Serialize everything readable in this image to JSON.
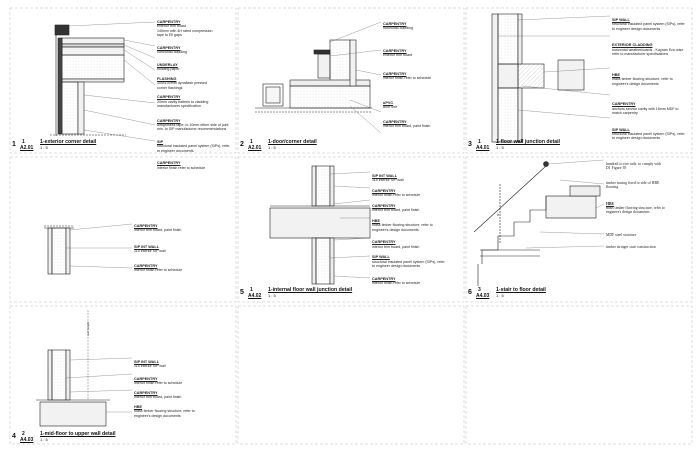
{
  "details": [
    {
      "key": "d1",
      "num": "1",
      "index": "1",
      "ref": "A2.01",
      "name": "1-exterior corner detail",
      "scale": "1 : 5",
      "notes": [
        {
          "h": "CARPENTRY",
          "t": [
            "exterior trim board",
            "145mm with 4H rated compression",
            "tape to Ell gaps"
          ]
        },
        {
          "h": "CARPENTRY",
          "t": [
            "horizontal cladding"
          ]
        },
        {
          "h": "UNDERLAY",
          "t": [
            "building paper"
          ]
        },
        {
          "h": "FLASHING",
          "t": [
            "100x100mm dynaflash pressed",
            "corner flashings"
          ]
        },
        {
          "h": "CARPENTRY",
          "t": [
            "20mm cavity battens to cladding",
            "manufacturers specification"
          ]
        },
        {
          "h": "CARPENTRY",
          "t": [
            "airtightness tape: to 10mm either side of joint",
            "min. to SIP manufacturer recommendations"
          ]
        },
        {
          "h": "SIP",
          "t": [
            "structural insulated panel system (SIPs), refer",
            "to engineer documents"
          ]
        },
        {
          "h": "CARPENTRY",
          "t": [
            "interior finish refer to schedule"
          ]
        }
      ]
    },
    {
      "key": "d2",
      "num": "2",
      "index": "1",
      "ref": "A2.01",
      "name": "1-door/corner detail",
      "scale": "1 : 5",
      "notes": [
        {
          "h": "CARPENTRY",
          "t": [
            "horizontal cladding"
          ]
        },
        {
          "h": "CARPENTRY",
          "t": [
            "exterior trim board"
          ]
        },
        {
          "h": "CARPENTRY",
          "t": [
            "interior finish refer to schedule"
          ]
        },
        {
          "h": "uPVC",
          "t": [
            "door unit"
          ]
        },
        {
          "h": "CARPENTRY",
          "t": [
            "interior trim board, paint finish"
          ]
        }
      ]
    },
    {
      "key": "d3",
      "num": "3",
      "index": "1",
      "ref": "A4.01",
      "name": "1-floor wall junction detail",
      "scale": "1 : 5",
      "notes": [
        {
          "h": "SIP WALL",
          "t": [
            "structural insulated panel system (SIPs), refer",
            "to engineer design documents"
          ]
        },
        {
          "h": "EXTERIOR CLADDING",
          "t": [
            "horizontal weatherboards - Kaynan Eco-wise",
            "refer to manufacturer specifications"
          ]
        },
        {
          "h": "HBE",
          "t": [
            "mass timber flooring structure, refer to",
            "engineer's design documents"
          ]
        },
        {
          "h": "CARPENTRY",
          "t": [
            "anchors service cavity with 18mm MDF to",
            "match carpentry"
          ]
        },
        {
          "h": "SIP WALL",
          "t": [
            "structural insulated panel system (SIPs), refer",
            "to engineer design documents"
          ]
        }
      ]
    },
    {
      "key": "d4",
      "num": "4",
      "index": "2",
      "ref": "A4.03",
      "name": "1-mid-floor to upper wall detail",
      "scale": "1 : 5",
      "notes": [
        {
          "h": "SIP INT WALL",
          "t": [
            "115 interior SIP wall"
          ]
        },
        {
          "h": "CARPENTRY",
          "t": [
            "interior finish refer to schedule"
          ]
        },
        {
          "h": "CARPENTRY",
          "t": [
            "interior trim board, paint finish"
          ]
        },
        {
          "h": "HBE",
          "t": [
            "mass timber flooring structure, refer to",
            "engineer's design documents"
          ]
        }
      ]
    },
    {
      "key": "d5",
      "num": "5",
      "index": "1",
      "ref": "A4.02",
      "name": "1-internal floor wall junction detail",
      "scale": "1 : 5",
      "notes": [
        {
          "h": "SIP INT WALL",
          "t": [
            "115 interior SIP wall"
          ]
        },
        {
          "h": "CARPENTRY",
          "t": [
            "interior finish refer to schedule"
          ]
        },
        {
          "h": "CARPENTRY",
          "t": [
            "interior trim board, paint finish"
          ]
        },
        {
          "h": "HBE",
          "t": [
            "mass timber flooring structure, refer to",
            "engineer's design documents"
          ]
        },
        {
          "h": "CARPENTRY",
          "t": [
            "interior trim board, paint finish"
          ]
        },
        {
          "h": "SIP WALL",
          "t": [
            "structural insulated panel system (SIPs), refer",
            "to engineer design documents"
          ]
        },
        {
          "h": "CARPENTRY",
          "t": [
            "interior finish refer to schedule"
          ]
        }
      ]
    },
    {
      "key": "d6",
      "num": "6",
      "index": "3",
      "ref": "A4.03",
      "name": "1-stair to floor detail",
      "scale": "1 : 5",
      "notes": [
        {
          "h": "",
          "t": [
            "handrail to rise rails, to comply with",
            "D1 Figure 39"
          ]
        },
        {
          "h": "",
          "t": [
            "timber nosing fixed to side of HBE",
            "flooring"
          ]
        },
        {
          "h": "HBE",
          "t": [
            "mass timber flooring structure, refer to",
            "engineer's design documents"
          ]
        },
        {
          "h": "",
          "t": [
            "MDF steel structure"
          ]
        },
        {
          "h": "",
          "t": [
            "timber stringer stair construction"
          ]
        }
      ]
    },
    {
      "key": "d7",
      "num": "",
      "index": "",
      "ref": "",
      "name": "",
      "scale": "",
      "notes": [
        {
          "h": "CARPENTRY",
          "t": [
            "interior trim board, paint finish"
          ]
        },
        {
          "h": "SIP INT WALL",
          "t": [
            "115 interior SIP wall"
          ]
        },
        {
          "h": "CARPENTRY",
          "t": [
            "interior finish refer to schedule"
          ]
        }
      ]
    }
  ],
  "dims": {
    "d4": "roof height",
    "d6": "flr"
  }
}
